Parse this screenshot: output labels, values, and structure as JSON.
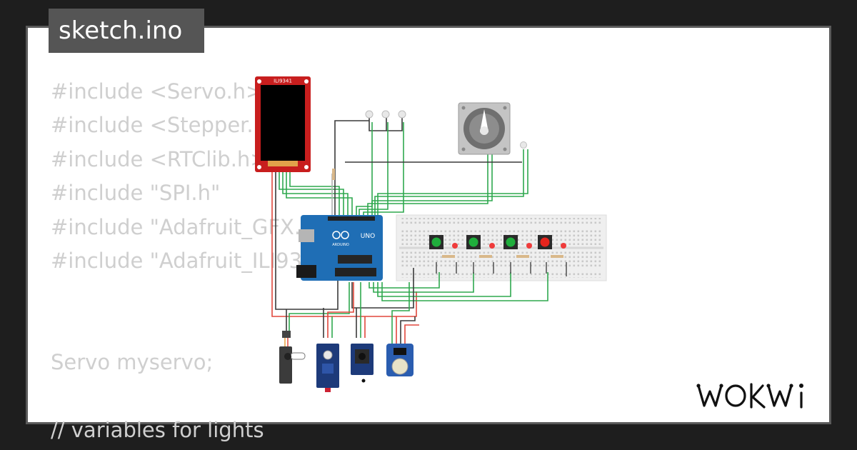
{
  "tab": {
    "filename": "sketch.ino"
  },
  "code_lines": [
    "#include <Servo.h>",
    "#include <Stepper.h>",
    "#include <RTClib.h>",
    "#include \"SPI.h\"",
    "#include \"Adafruit_GFX.h\"",
    "#include \"Adafruit_ILI9341.h\"",
    "",
    "",
    "Servo myservo;",
    "",
    "// variables for lights"
  ],
  "circuit": {
    "display_label": "ILI9341",
    "board_label": "UNO",
    "board_brand": "ARDUINO",
    "buttons": [
      "green",
      "green",
      "green",
      "red"
    ]
  },
  "colors": {
    "background": "#1e1e1e",
    "card": "#ffffff",
    "tab": "#555555",
    "code_text": "#cfcfcf",
    "wire_green": "#2fa84f",
    "wire_red": "#e0473b",
    "wire_black": "#3a3a3a",
    "board": "#1f6eb5",
    "display_frame": "#c81e1e"
  },
  "brand": {
    "logo": "WOKWI"
  }
}
